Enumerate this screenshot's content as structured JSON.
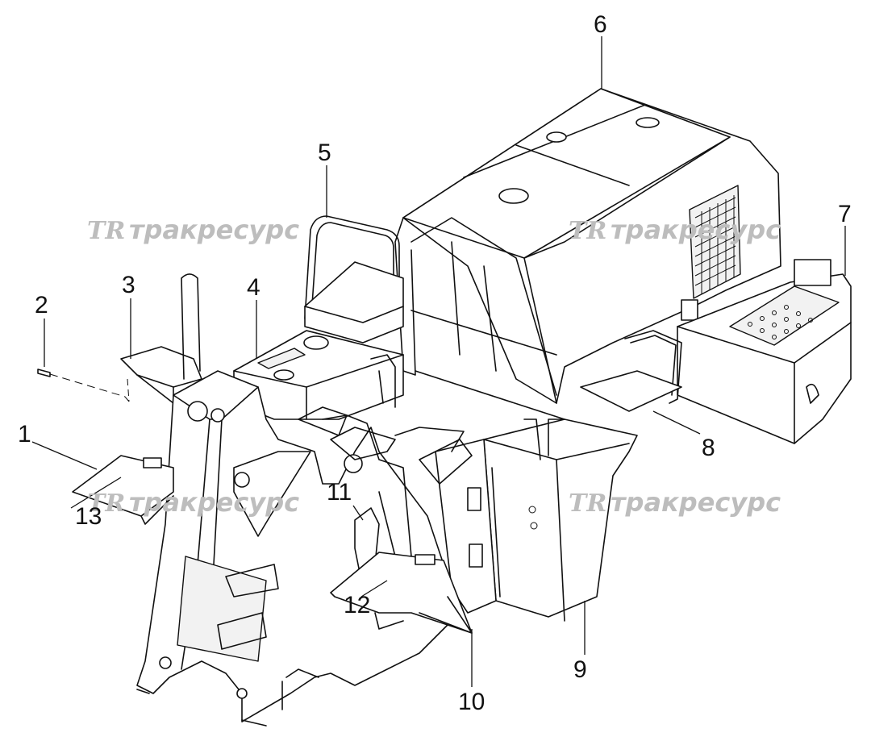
{
  "callouts": [
    {
      "id": "1",
      "label": "1"
    },
    {
      "id": "2",
      "label": "2"
    },
    {
      "id": "3",
      "label": "3"
    },
    {
      "id": "4",
      "label": "4"
    },
    {
      "id": "5",
      "label": "5"
    },
    {
      "id": "6",
      "label": "6"
    },
    {
      "id": "7",
      "label": "7"
    },
    {
      "id": "8",
      "label": "8"
    },
    {
      "id": "9",
      "label": "9"
    },
    {
      "id": "10",
      "label": "10"
    },
    {
      "id": "11",
      "label": "11"
    },
    {
      "id": "12",
      "label": "12"
    },
    {
      "id": "13",
      "label": "13"
    }
  ],
  "watermark": {
    "logo": "TR",
    "text": "тракресурс"
  }
}
